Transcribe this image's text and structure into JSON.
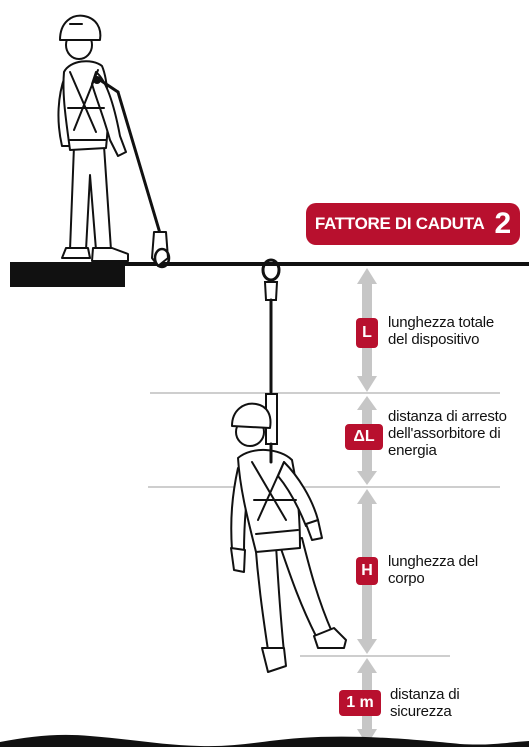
{
  "badge": {
    "title": "FATTORE DI CADUTA",
    "number": "2"
  },
  "segments": [
    {
      "symbol": "L",
      "lines": [
        "lunghezza totale",
        "del dispositivo"
      ]
    },
    {
      "symbol": "ΔL",
      "lines": [
        "distanza di arresto",
        "dell'assorbitore di",
        "energia"
      ]
    },
    {
      "symbol": "H",
      "lines": [
        "lunghezza del",
        "corpo"
      ]
    },
    {
      "symbol": "1 m",
      "lines": [
        "distanza di",
        "sicurezza"
      ]
    }
  ],
  "colors": {
    "accent": "#b8102e",
    "arrow": "#c4c4c4",
    "guide": "#bdbdbd",
    "ink": "#111111"
  }
}
